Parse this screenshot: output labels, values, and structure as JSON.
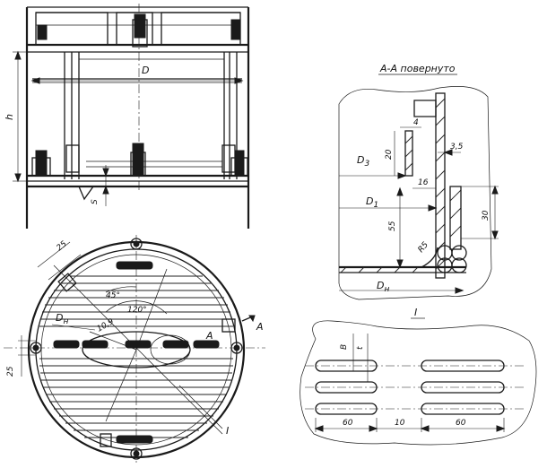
{
  "top_view": {
    "dim_D": "D",
    "dim_h": "h",
    "dim_s": "S"
  },
  "plan_view": {
    "dim_25_top": "25",
    "dim_25_left": "25",
    "angle_45": "45°",
    "angle_120": "120°",
    "dim_Dn": "D",
    "dim_Dn_sub": "н",
    "dim_109": "10,9",
    "section_mark_A_right": "A",
    "section_mark_A_mid": "A",
    "callout_I": "I"
  },
  "section_AA": {
    "title": "А-А  повернуто",
    "dim_4": "4",
    "dim_20": "20",
    "dim_3_5": "3,5",
    "dim_D3": "D",
    "dim_D3_sub": "3",
    "dim_16": "16",
    "dim_D1": "D",
    "dim_D1_sub": "1",
    "dim_55": "55",
    "dim_30": "30",
    "dim_R5": "R5",
    "dim_Dh": "D",
    "dim_Dh_sub": "н"
  },
  "detail_I": {
    "title": "I",
    "dim_B": "B",
    "dim_t": "t",
    "dim_60_left": "60",
    "dim_10": "10",
    "dim_60_right": "60"
  }
}
